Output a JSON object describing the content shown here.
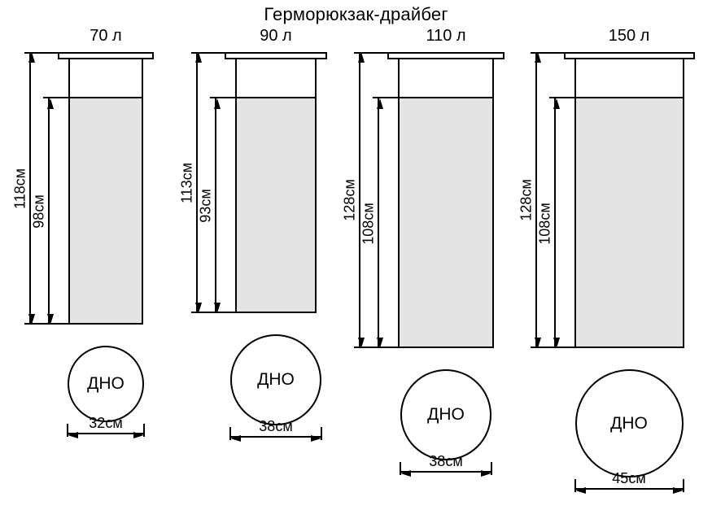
{
  "title": "Герморюкзак-драйбег",
  "bags": [
    {
      "volume_label": "70 л",
      "total_label": "118см",
      "body_label": "98см",
      "bottom_label": "ДНО",
      "diameter_label": "32см",
      "total_cm": 118,
      "body_cm": 98,
      "bottom_cm": 32
    },
    {
      "volume_label": "90 л",
      "total_label": "113см",
      "body_label": "93см",
      "bottom_label": "ДНО",
      "diameter_label": "38см",
      "total_cm": 113,
      "body_cm": 93,
      "bottom_cm": 38
    },
    {
      "volume_label": "110 л",
      "total_label": "128см",
      "body_label": "108см",
      "bottom_label": "ДНО",
      "diameter_label": "38см",
      "total_cm": 128,
      "body_cm": 108,
      "bottom_cm": 38
    },
    {
      "volume_label": "150 л",
      "total_label": "128см",
      "body_label": "108см",
      "bottom_label": "ДНО",
      "diameter_label": "45см",
      "total_cm": 128,
      "body_cm": 108,
      "bottom_cm": 45
    }
  ],
  "colors": {
    "bag_fill": "#e4e4e4",
    "stroke": "#000000",
    "background": "#ffffff"
  }
}
